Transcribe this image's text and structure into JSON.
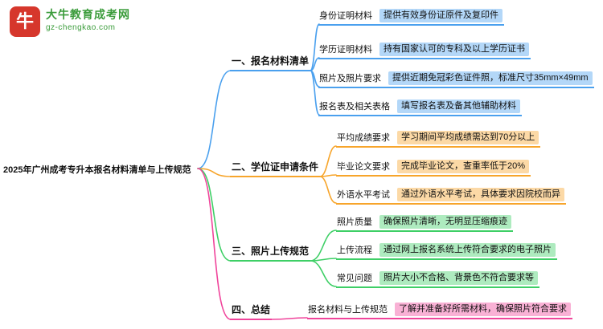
{
  "logo": {
    "icon_char": "牛",
    "title": "大牛教育成考网",
    "subtitle": "gz-chengkao.com",
    "brand_red": "#d6372c",
    "brand_green": "#3b9c3b"
  },
  "root": {
    "label": "2025年广州成考专升本报名材料清单与上传规范"
  },
  "branches": [
    {
      "label": "一、报名材料清单",
      "color": "#4aa0ee",
      "tint": "rgba(74,160,238,0.42)",
      "children": [
        {
          "label": "身份证明材料",
          "desc": "提供有效身份证原件及复印件"
        },
        {
          "label": "学历证明材料",
          "desc": "持有国家认可的专科及以上学历证书"
        },
        {
          "label": "照片及照片要求",
          "desc": "提供近期免冠彩色证件照，标准尺寸35mm×49mm"
        },
        {
          "label": "报名表及相关表格",
          "desc": "填写报名表及备其他辅助材料"
        }
      ]
    },
    {
      "label": "二、学位证申请条件",
      "color": "#f7a52b",
      "tint": "rgba(247,165,43,0.42)",
      "children": [
        {
          "label": "平均成绩要求",
          "desc": "学习期间平均成绩需达到70分以上"
        },
        {
          "label": "毕业论文要求",
          "desc": "完成毕业论文，查重率低于20%"
        },
        {
          "label": "外语水平考试",
          "desc": "通过外语水平考试，具体要求因院校而异"
        }
      ]
    },
    {
      "label": "三、照片上传规范",
      "color": "#3ecf66",
      "tint": "rgba(62,207,102,0.42)",
      "children": [
        {
          "label": "照片质量",
          "desc": "确保照片清晰，无明显压缩痕迹"
        },
        {
          "label": "上传流程",
          "desc": "通过网上报名系统上传符合要求的电子照片"
        },
        {
          "label": "常见问题",
          "desc": "照片大小不合格、背景色不符合要求等"
        }
      ]
    },
    {
      "label": "四、总结",
      "color": "#f0449b",
      "tint": "rgba(240,68,155,0.42)",
      "children": [
        {
          "label": "报名材料与上传规范",
          "desc": "了解并准备好所需材料，确保照片符合要求"
        }
      ]
    }
  ]
}
